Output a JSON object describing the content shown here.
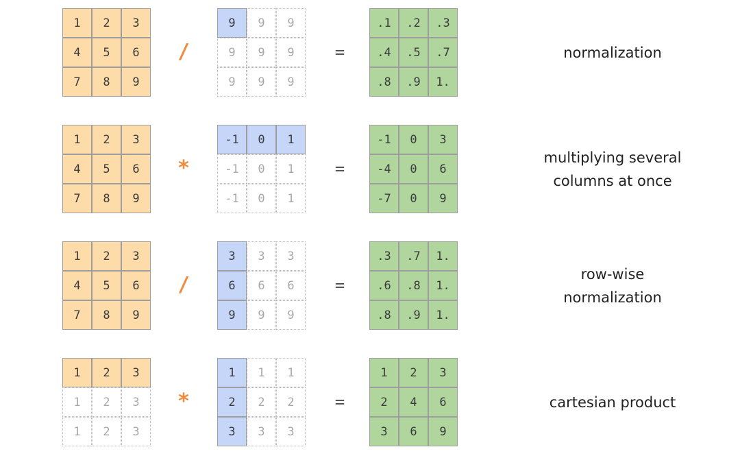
{
  "rows": [
    {
      "label": "normalization",
      "op": "/",
      "eq": "=",
      "left": {
        "values": [
          "1",
          "2",
          "3",
          "4",
          "5",
          "6",
          "7",
          "8",
          "9"
        ],
        "active": [
          1,
          1,
          1,
          1,
          1,
          1,
          1,
          1,
          1
        ]
      },
      "right": {
        "values": [
          "9",
          "9",
          "9",
          "9",
          "9",
          "9",
          "9",
          "9",
          "9"
        ],
        "active": [
          1,
          0,
          0,
          0,
          0,
          0,
          0,
          0,
          0
        ]
      },
      "result": {
        "values": [
          ".1",
          ".2",
          ".3",
          ".4",
          ".5",
          ".7",
          ".8",
          ".9",
          "1."
        ]
      }
    },
    {
      "label": "multiplying several\ncolumns at once",
      "op": "*",
      "eq": "=",
      "left": {
        "values": [
          "1",
          "2",
          "3",
          "4",
          "5",
          "6",
          "7",
          "8",
          "9"
        ],
        "active": [
          1,
          1,
          1,
          1,
          1,
          1,
          1,
          1,
          1
        ]
      },
      "right": {
        "values": [
          "-1",
          "0",
          "1",
          "-1",
          "0",
          "1",
          "-1",
          "0",
          "1"
        ],
        "active": [
          1,
          1,
          1,
          0,
          0,
          0,
          0,
          0,
          0
        ]
      },
      "result": {
        "values": [
          "-1",
          "0",
          "3",
          "-4",
          "0",
          "6",
          "-7",
          "0",
          "9"
        ]
      }
    },
    {
      "label": "row-wise\nnormalization",
      "op": "/",
      "eq": "=",
      "left": {
        "values": [
          "1",
          "2",
          "3",
          "4",
          "5",
          "6",
          "7",
          "8",
          "9"
        ],
        "active": [
          1,
          1,
          1,
          1,
          1,
          1,
          1,
          1,
          1
        ]
      },
      "right": {
        "values": [
          "3",
          "3",
          "3",
          "6",
          "6",
          "6",
          "9",
          "9",
          "9"
        ],
        "active": [
          1,
          0,
          0,
          1,
          0,
          0,
          1,
          0,
          0
        ]
      },
      "result": {
        "values": [
          ".3",
          ".7",
          "1.",
          ".6",
          ".8",
          "1.",
          ".8",
          ".9",
          "1."
        ]
      }
    },
    {
      "label": "cartesian product",
      "op": "*",
      "eq": "=",
      "left": {
        "values": [
          "1",
          "2",
          "3",
          "1",
          "2",
          "3",
          "1",
          "2",
          "3"
        ],
        "active": [
          1,
          1,
          1,
          0,
          0,
          0,
          0,
          0,
          0
        ]
      },
      "right": {
        "values": [
          "1",
          "1",
          "1",
          "2",
          "2",
          "2",
          "3",
          "3",
          "3"
        ],
        "active": [
          1,
          0,
          0,
          1,
          0,
          0,
          1,
          0,
          0
        ]
      },
      "result": {
        "values": [
          "1",
          "2",
          "3",
          "2",
          "4",
          "6",
          "3",
          "6",
          "9"
        ]
      }
    }
  ],
  "colors": {
    "left": "#fddcaa",
    "right": "#c6d6f8",
    "result": "#b0d69e",
    "operator": "#f28a3c"
  }
}
